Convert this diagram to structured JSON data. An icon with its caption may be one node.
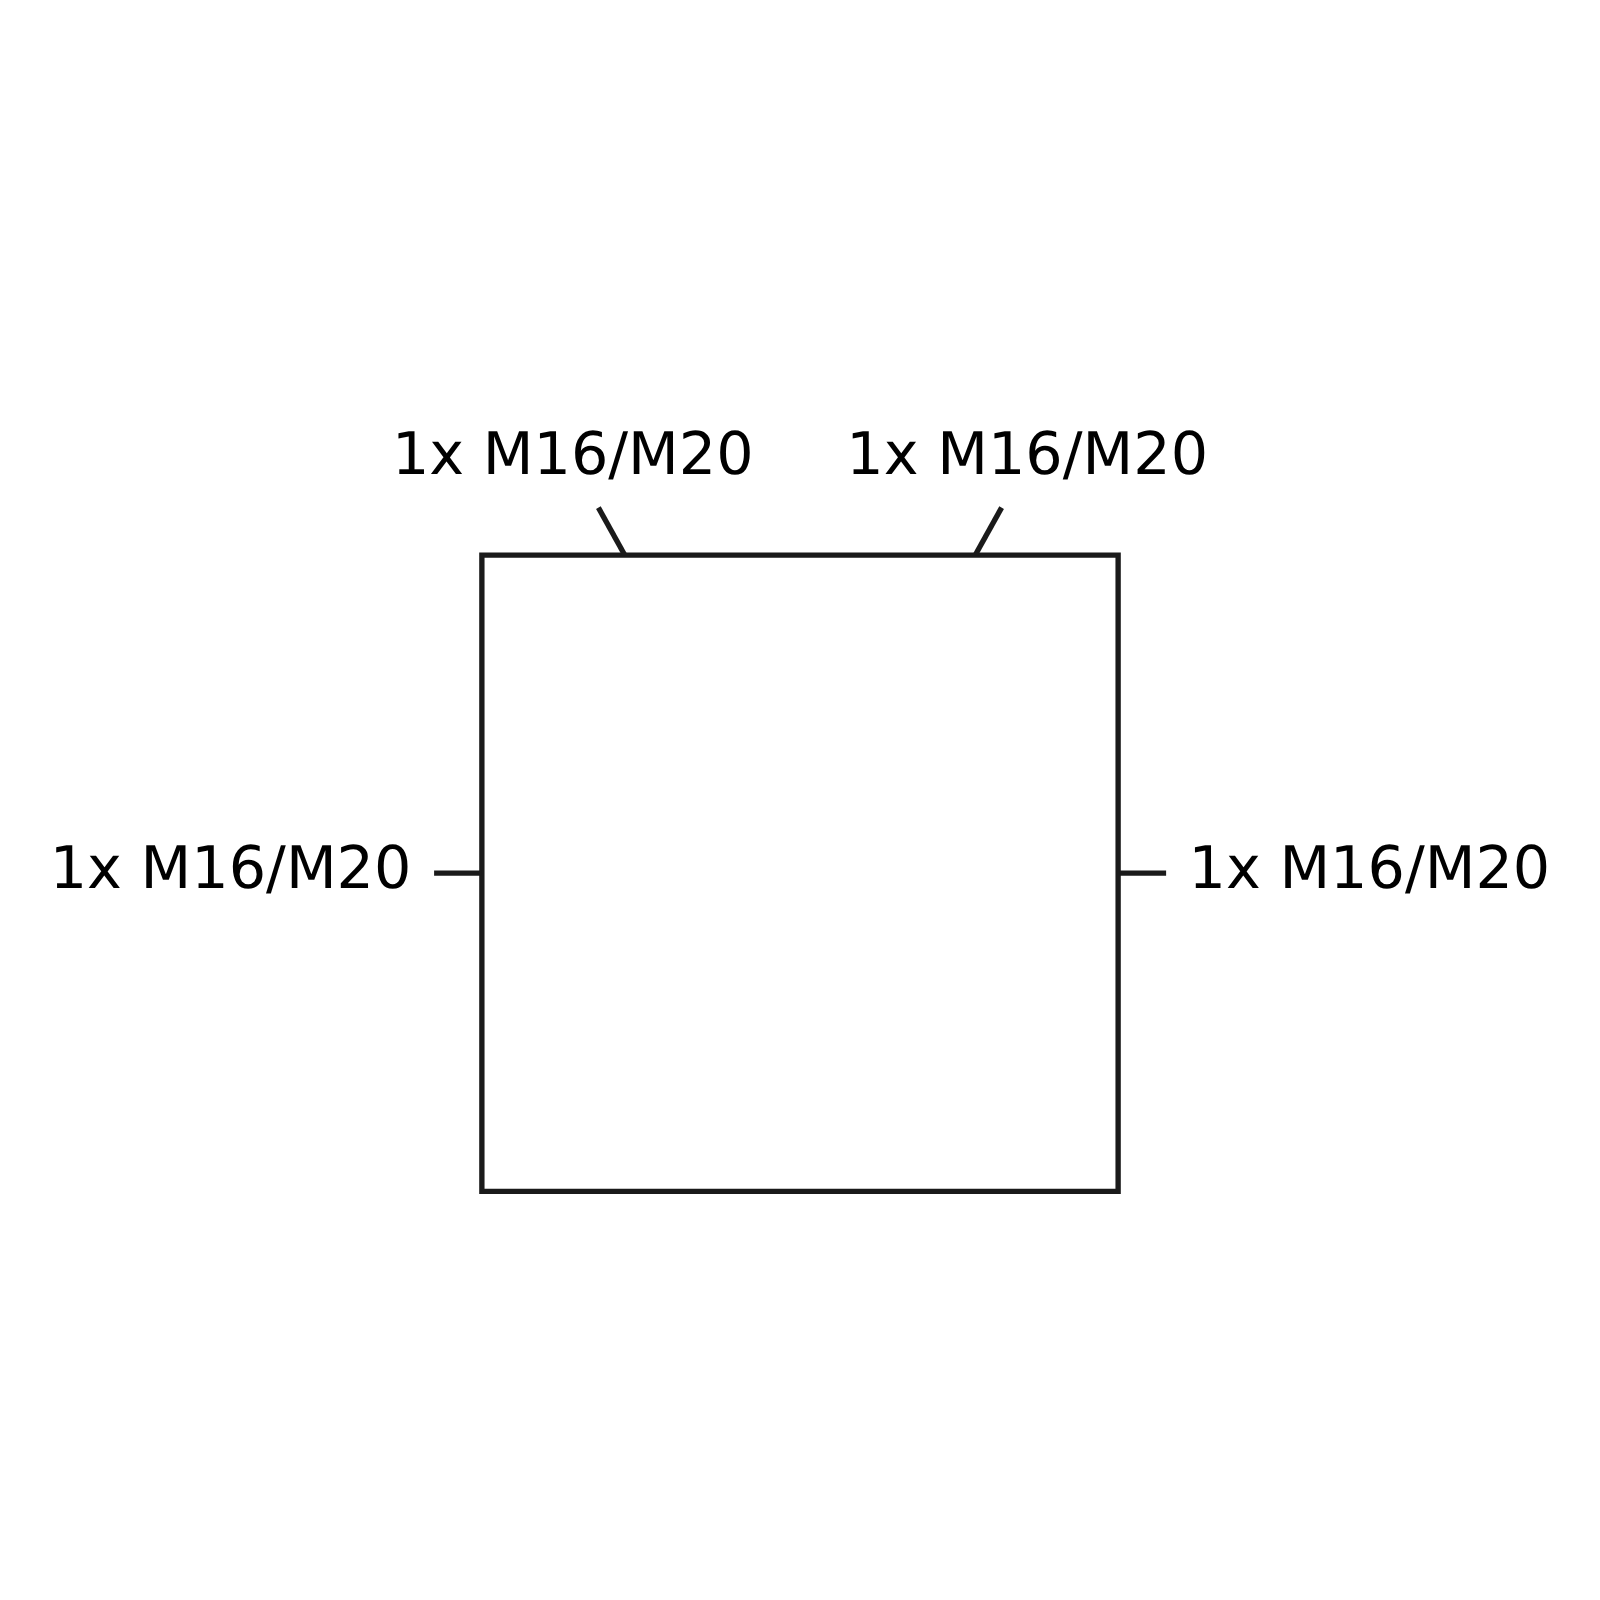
{
  "diagram": {
    "nodes": [
      {
        "text": [
          "1x M16/M20"
        ]
      },
      {
        "text": [
          "1x M16/M20"
        ]
      },
      {
        "text": [],
        "shape": "box"
      },
      {
        "text": [
          "1x M16/M20"
        ]
      },
      {
        "text": [
          "1x M16/M20"
        ]
      }
    ],
    "edges": [
      {
        "from": 0,
        "to": 2,
        "arrow": "none"
      },
      {
        "from": 1,
        "to": 2,
        "arrow": "none"
      },
      {
        "from": 3,
        "to": 2,
        "arrow": "none"
      },
      {
        "from": 4,
        "to": 2,
        "arrow": "none"
      }
    ]
  }
}
